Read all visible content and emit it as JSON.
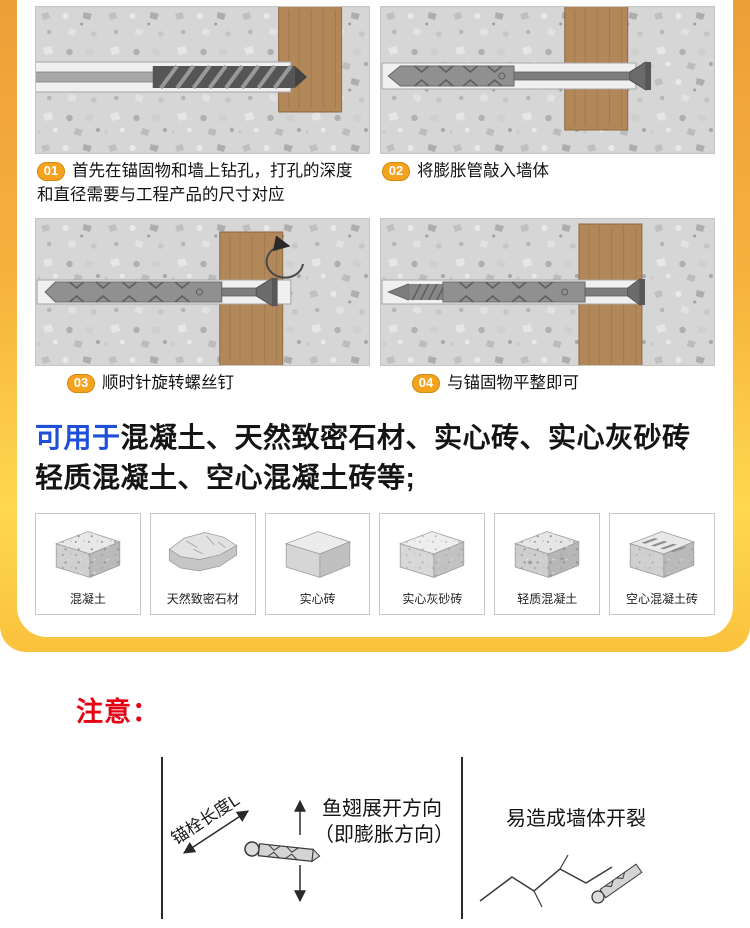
{
  "colors": {
    "band_orange_top": "#ee9e38",
    "band_yellow_bottom": "#ffd84e",
    "badge_orange": "#f5a31f",
    "usage_blue": "#1e4fd8",
    "notice_red": "#e60012",
    "wood_brown": "#b2875a",
    "concrete_gray": "#d6d6d6"
  },
  "steps": [
    {
      "num": "01",
      "text": "首先在锚固物和墙上钻孔，打孔的深度和直径需要与工程产品的尺寸对应"
    },
    {
      "num": "02",
      "text": "将膨胀管敲入墙体"
    },
    {
      "num": "03",
      "text": "顺时针旋转螺丝钉"
    },
    {
      "num": "04",
      "text": "与锚固物平整即可"
    }
  ],
  "usage": {
    "prefix": "可用于",
    "line1": "混凝土、天然致密石材、实心砖、实心灰砂砖",
    "line2": "轻质混凝土、空心混凝土砖等;"
  },
  "materials": [
    {
      "label": "混凝土"
    },
    {
      "label": "天然致密石材"
    },
    {
      "label": "实心砖"
    },
    {
      "label": "实心灰砂砖"
    },
    {
      "label": "轻质混凝土"
    },
    {
      "label": "空心混凝土砖"
    }
  ],
  "notice": {
    "title": "注意：",
    "anchor_length_label": "锚栓长度L",
    "fin_direction_line1": "鱼翅展开方向",
    "fin_direction_line2": "（即膨胀方向）",
    "crack_warning": "易造成墙体开裂"
  }
}
